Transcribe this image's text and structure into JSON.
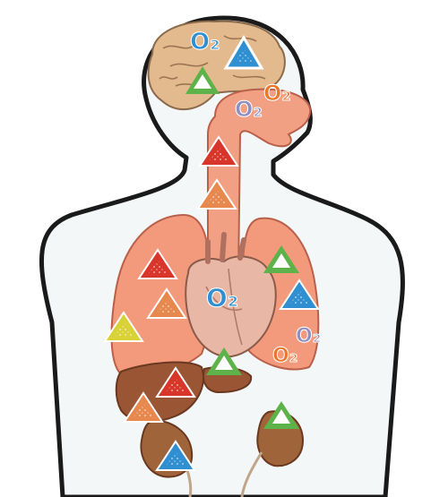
{
  "diagram": {
    "labels": {
      "brain_o2": "O₂",
      "mouth_o2_a": "O₂",
      "mouth_o2_b": "O₂",
      "heart_o2": "O₂",
      "side_o2_a": "O₂",
      "side_o2_b": "O₂"
    },
    "colors": {
      "skin_outline": "#1a1a1a",
      "body_fill": "#f4f7f8",
      "brain": "#e3b98e",
      "airway": "#f2a084",
      "lung": "#f39a7c",
      "heart": "#e9b7a6",
      "liver": "#9a5634",
      "kidney": "#a0643a",
      "marker_red": "#d8362a",
      "marker_orange": "#e7884f",
      "marker_green": "#5eb24a",
      "marker_blue": "#2f8fd0",
      "marker_yellow": "#d8d236",
      "o2_blue": "#2f8fd0",
      "o2_purple": "#8e8fc0",
      "o2_orange": "#e8782f"
    }
  }
}
